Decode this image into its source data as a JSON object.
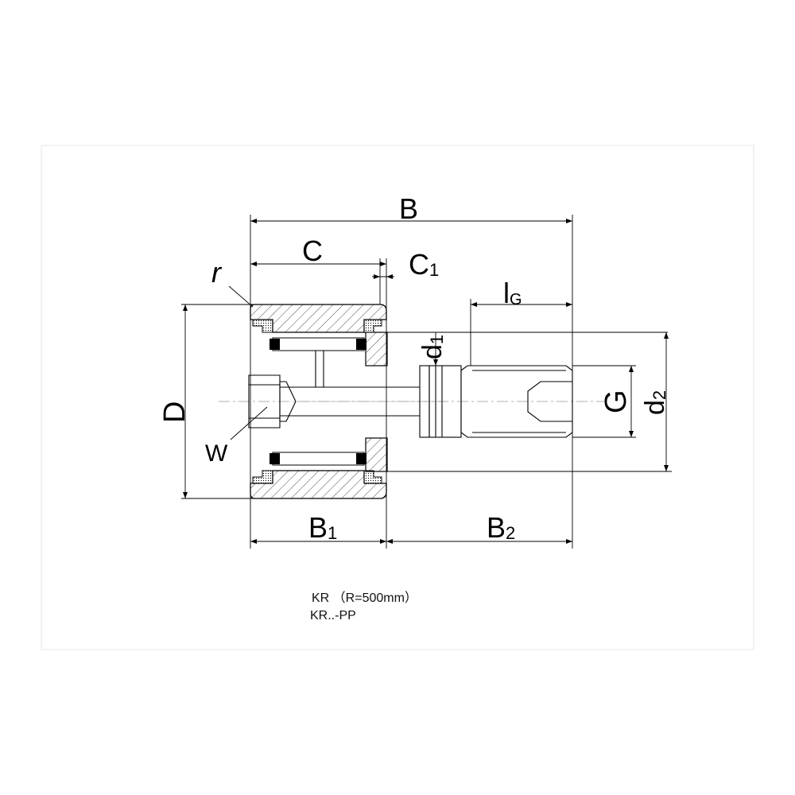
{
  "labels": {
    "B": "B",
    "C": "C",
    "C1": {
      "main": "C",
      "sub": "1"
    },
    "r": "r",
    "IG": {
      "main": "l",
      "sub": "G"
    },
    "d1": {
      "main": "d",
      "sub": "1"
    },
    "D": "D",
    "G": "G",
    "d2": {
      "main": "d",
      "sub": "2"
    },
    "W": "W",
    "B1": {
      "main": "B",
      "sub": "1"
    },
    "B2": {
      "main": "B",
      "sub": "2"
    }
  },
  "captions": {
    "line1": "KR （R=500mm）",
    "line2": "KR..-PP"
  }
}
